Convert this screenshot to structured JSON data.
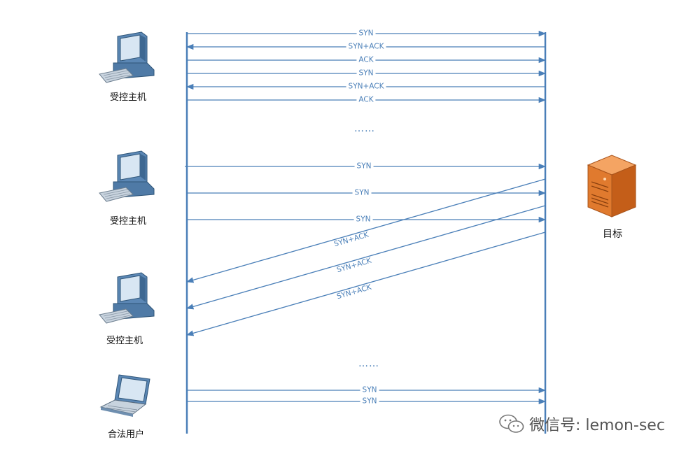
{
  "hosts": [
    {
      "label": "受控主机"
    },
    {
      "label": "受控主机"
    },
    {
      "label": "受控主机"
    },
    {
      "label": "合法用户"
    }
  ],
  "target": {
    "label": "目标"
  },
  "messages": [
    {
      "label": "SYN",
      "direction": "to-target"
    },
    {
      "label": "SYN+ACK",
      "direction": "to-source"
    },
    {
      "label": "ACK",
      "direction": "to-target"
    },
    {
      "label": "SYN",
      "direction": "to-target"
    },
    {
      "label": "SYN+ACK",
      "direction": "to-source"
    },
    {
      "label": "ACK",
      "direction": "to-target"
    },
    {
      "label": "SYN",
      "direction": "to-target"
    },
    {
      "label": "SYN",
      "direction": "to-target"
    },
    {
      "label": "SYN",
      "direction": "to-target"
    },
    {
      "label": "SYN+ACK",
      "direction": "to-source"
    },
    {
      "label": "SYN+ACK",
      "direction": "to-source"
    },
    {
      "label": "SYN+ACK",
      "direction": "to-source"
    },
    {
      "label": "SYN",
      "direction": "to-target"
    },
    {
      "label": "SYN",
      "direction": "to-target"
    }
  ],
  "ellipses": [
    "……",
    "……"
  ],
  "watermark": {
    "text": "微信号: lemon-sec"
  },
  "colors": {
    "line": "#4a7fb8",
    "server": "#e07a2e",
    "computer": "#4a79a8"
  }
}
